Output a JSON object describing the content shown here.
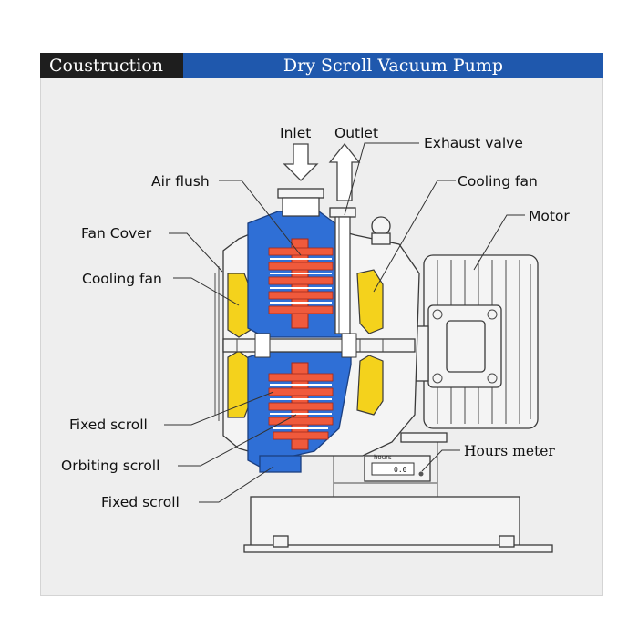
{
  "header": {
    "section_label": "Coustruction",
    "title": "Dry Scroll Vacuum Pump"
  },
  "colors": {
    "header_dark": "#1e1e1e",
    "header_blue": "#1f58ad",
    "housing_blue": "#2f6fd6",
    "scroll_red": "#f05a3c",
    "fan_yellow": "#f4d21c",
    "panel_gray": "#eeeeee"
  },
  "labels": {
    "inlet": "Inlet",
    "outlet": "Outlet",
    "exhaust_valve": "Exhaust valve",
    "air_flush": "Air flush",
    "cooling_fan_right": "Cooling fan",
    "motor": "Motor",
    "fan_cover": "Fan Cover",
    "cooling_fan_left": "Cooling fan",
    "fixed_scroll_upper": "Fixed scroll",
    "orbiting_scroll": "Orbiting scroll",
    "fixed_scroll_lower": "Fixed scroll",
    "hours_meter": "Hours meter"
  },
  "meter": {
    "brand": "hours",
    "reading": "0.0"
  },
  "icons": [
    "inlet-arrow-icon",
    "outlet-arrow-icon"
  ]
}
